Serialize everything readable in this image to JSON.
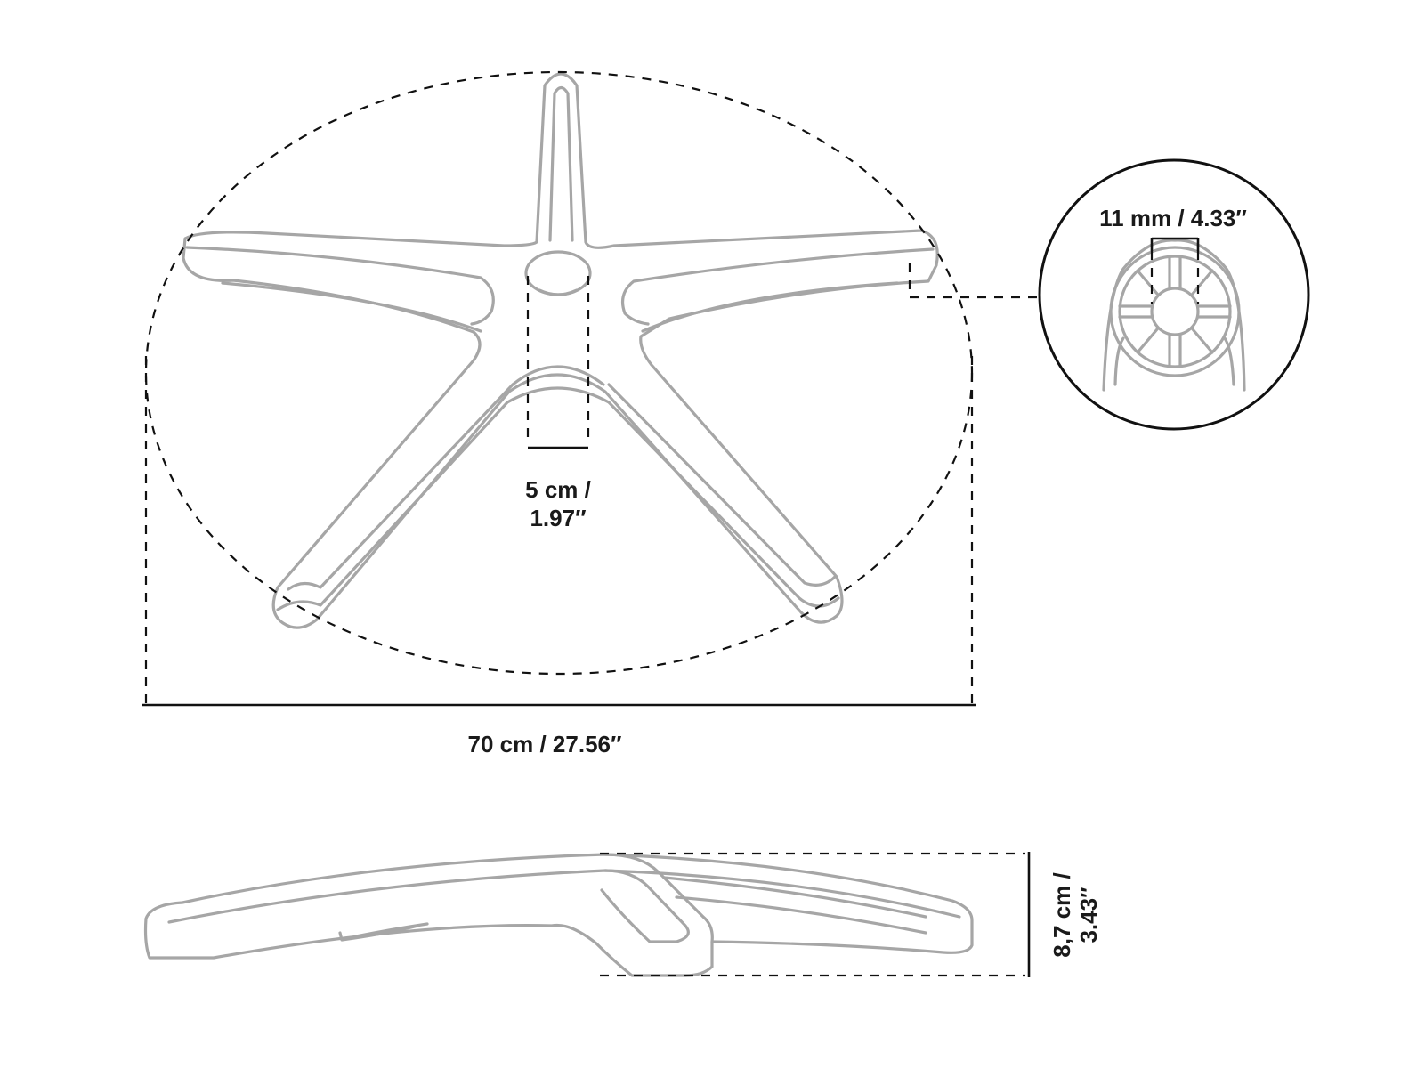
{
  "dimensions": {
    "width_label": "70 cm / 27.56″",
    "hole_label_line1": "5 cm /",
    "hole_label_line2": "1.97″",
    "detail_label": "11 mm / 4.33″",
    "height_label_line1": "8,7 cm /",
    "height_label_line2": "3.43″"
  },
  "colors": {
    "part_stroke": "#a6a6a6",
    "dimension_stroke": "#111111",
    "text": "#1a1a1a"
  }
}
